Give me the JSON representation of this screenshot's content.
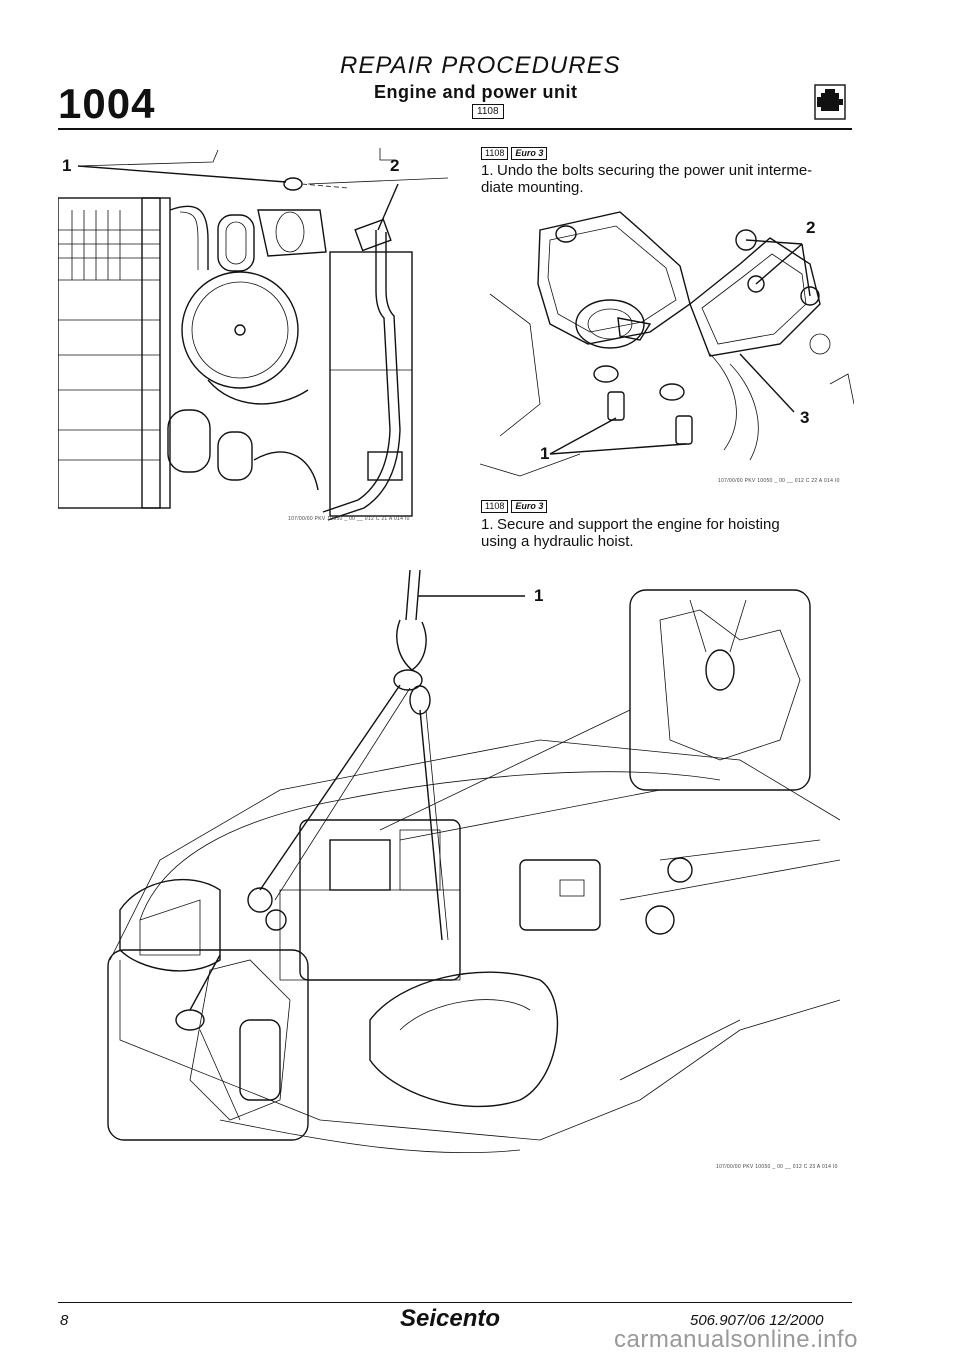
{
  "header": {
    "section_number": "1004",
    "title": "REPAIR PROCEDURES",
    "subtitle": "Engine and power unit",
    "code": "1108",
    "icon": "engine-icon"
  },
  "figure_left": {
    "callouts": [
      "1",
      "2"
    ],
    "code": "107/00/00 PKV 10050 _ 00 __ 012 C 21 A 014 I0"
  },
  "step_intermediate": {
    "tag_code": "1108",
    "tag_variant": "Euro 3",
    "number": "1.",
    "text": "Undo the bolts securing the power unit interme-\ndiate mounting."
  },
  "figure_mount": {
    "callouts": [
      "2",
      "3",
      "1"
    ],
    "code": "107/00/00 PKV 10050 _ 00 __ 012 C 22 A 014 I0"
  },
  "step_hoist": {
    "tag_code": "1108",
    "tag_variant": "Euro 3",
    "number": "1.",
    "text": "Secure and support the engine for hoisting\nusing a hydraulic hoist."
  },
  "figure_hoist": {
    "callouts": [
      "1"
    ],
    "code": "107/00/00 PKV 10050 _ 00 __ 012 C 23 A 014 I0"
  },
  "footer": {
    "page": "8",
    "brand": "Seicento",
    "doc_ref": "506.907/06  12/2000",
    "watermark": "carmanualsonline.info"
  }
}
